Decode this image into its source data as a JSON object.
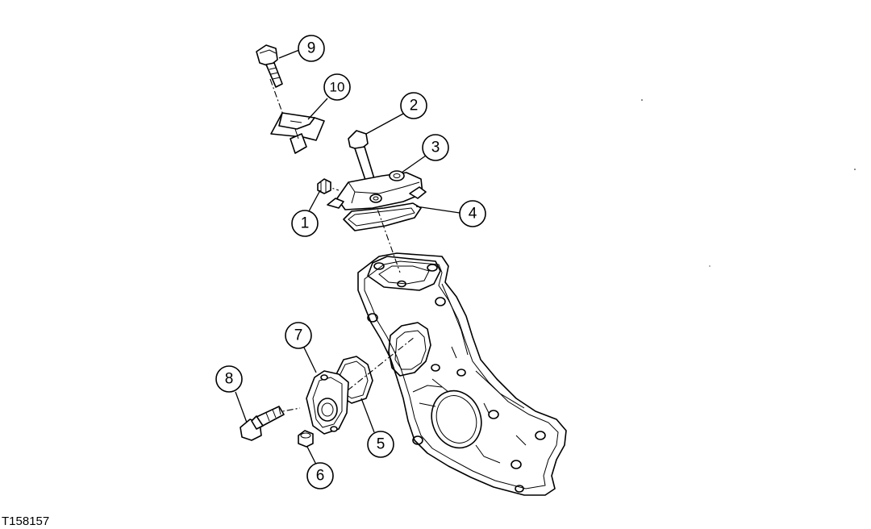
{
  "figure_id": "T158157",
  "callouts": [
    "1",
    "2",
    "3",
    "4",
    "5",
    "6",
    "7",
    "8",
    "9",
    "10"
  ]
}
